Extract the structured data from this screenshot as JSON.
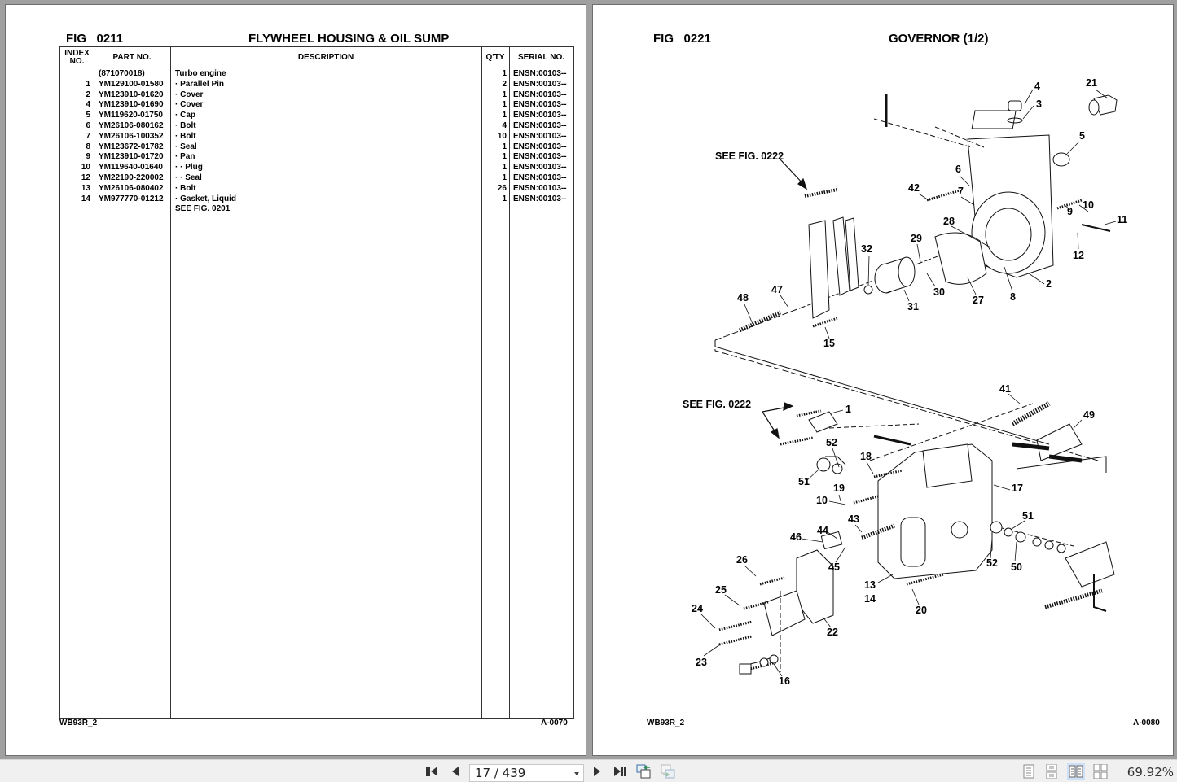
{
  "left_page": {
    "fig_label": "FIG",
    "fig_number": "0211",
    "title": "FLYWHEEL HOUSING & OIL SUMP",
    "columns": {
      "index": "INDEX NO.",
      "index_line1": "INDEX",
      "index_line2": "NO.",
      "part_no": "PART NO.",
      "description": "DESCRIPTION",
      "qty": "Q'TY",
      "serial_no": "SERIAL NO."
    },
    "rows": [
      {
        "index": "",
        "part_no": "(871070018)",
        "description": "Turbo engine",
        "qty": "1",
        "serial": "ENSN:00103--"
      },
      {
        "index": "1",
        "part_no": "YM129100-01580",
        "description": "·  Parallel Pin",
        "qty": "2",
        "serial": "ENSN:00103--"
      },
      {
        "index": "2",
        "part_no": "YM123910-01620",
        "description": "·  Cover",
        "qty": "1",
        "serial": "ENSN:00103--"
      },
      {
        "index": "4",
        "part_no": "YM123910-01690",
        "description": "·  Cover",
        "qty": "1",
        "serial": "ENSN:00103--"
      },
      {
        "index": "5",
        "part_no": "YM119620-01750",
        "description": "·  Cap",
        "qty": "1",
        "serial": "ENSN:00103--"
      },
      {
        "index": "6",
        "part_no": "YM26106-080162",
        "description": "·  Bolt",
        "qty": "4",
        "serial": "ENSN:00103--"
      },
      {
        "index": "7",
        "part_no": "YM26106-100352",
        "description": "·  Bolt",
        "qty": "10",
        "serial": "ENSN:00103--"
      },
      {
        "index": "8",
        "part_no": "YM123672-01782",
        "description": "·  Seal",
        "qty": "1",
        "serial": "ENSN:00103--"
      },
      {
        "index": "9",
        "part_no": "YM123910-01720",
        "description": "·  Pan",
        "qty": "1",
        "serial": "ENSN:00103--"
      },
      {
        "index": "10",
        "part_no": "YM119640-01640",
        "description": "·  ·  Plug",
        "qty": "1",
        "serial": "ENSN:00103--"
      },
      {
        "index": "12",
        "part_no": "YM22190-220002",
        "description": "·  ·  Seal",
        "qty": "1",
        "serial": "ENSN:00103--"
      },
      {
        "index": "13",
        "part_no": "YM26106-080402",
        "description": "·  Bolt",
        "qty": "26",
        "serial": "ENSN:00103--"
      },
      {
        "index": "14",
        "part_no": "YM977770-01212",
        "description": "·  Gasket, Liquid",
        "qty": "1",
        "serial": "ENSN:00103--"
      },
      {
        "index": "",
        "part_no": "",
        "description": "SEE FIG. 0201",
        "qty": "",
        "serial": ""
      }
    ],
    "footer_left": "WB93R_2",
    "footer_right": "A-0070"
  },
  "right_page": {
    "fig_label": "FIG",
    "fig_number": "0221",
    "title": "GOVERNOR (1/2)",
    "see_fig_top": "SEE FIG. 0222",
    "see_fig_bottom": "SEE FIG. 0222",
    "callouts": [
      "1",
      "2",
      "3",
      "4",
      "5",
      "6",
      "7",
      "8",
      "9",
      "10",
      "10",
      "11",
      "12",
      "13",
      "14",
      "15",
      "16",
      "17",
      "18",
      "19",
      "20",
      "21",
      "22",
      "23",
      "24",
      "25",
      "26",
      "27",
      "28",
      "29",
      "30",
      "31",
      "32",
      "41",
      "42",
      "43",
      "44",
      "45",
      "46",
      "47",
      "48",
      "49",
      "50",
      "51",
      "51",
      "52",
      "52"
    ],
    "footer_left": "WB93R_2",
    "footer_right": "A-0080"
  },
  "toolbar": {
    "first_page_icon": "first-page-icon",
    "prev_page_icon": "prev-page-icon",
    "page_value": "17 / 439",
    "next_page_icon": "next-page-icon",
    "last_page_icon": "last-page-icon",
    "back_view_icon": "previous-view-icon",
    "forward_view_icon": "next-view-icon",
    "view_modes": [
      "single-page",
      "continuous",
      "facing",
      "continuous-facing"
    ],
    "active_view_mode": "facing",
    "zoom": "69.92%"
  }
}
